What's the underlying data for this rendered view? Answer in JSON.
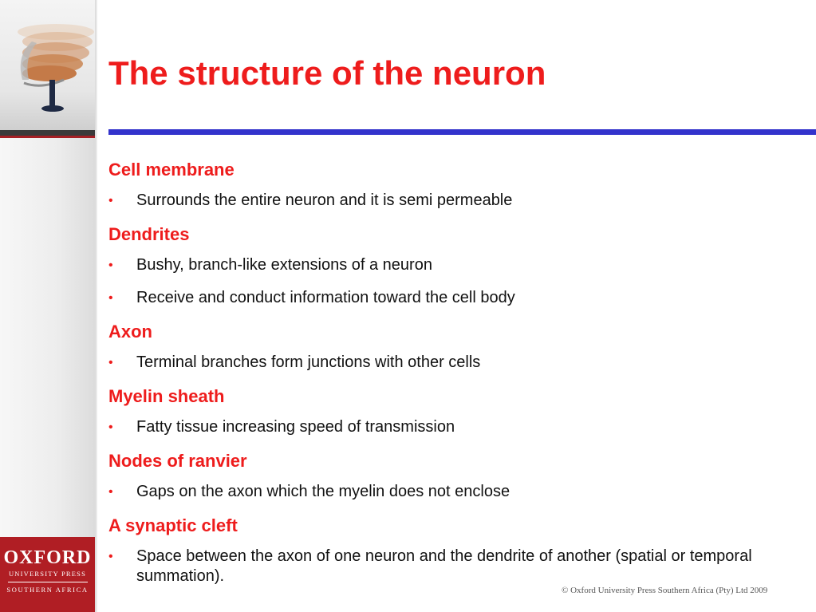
{
  "slide": {
    "title": "The structure of the neuron"
  },
  "sections": [
    {
      "heading": "Cell membrane",
      "bullets": [
        "Surrounds the entire neuron and it is semi permeable"
      ]
    },
    {
      "heading": "Dendrites",
      "bullets": [
        "Bushy, branch-like extensions of a neuron",
        "Receive and conduct information toward the cell body"
      ]
    },
    {
      "heading": "Axon",
      "bullets": [
        "Terminal branches form junctions with other cells"
      ]
    },
    {
      "heading": "Myelin sheath",
      "bullets": [
        "Fatty tissue increasing speed of transmission"
      ]
    },
    {
      "heading": "Nodes of ranvier",
      "bullets": [
        "Gaps on the axon which the myelin does not enclose"
      ]
    },
    {
      "heading": "A synaptic cleft",
      "bullets": [
        "Space between the axon of one neuron and the dendrite of another (spatial or temporal summation)."
      ]
    }
  ],
  "bullet_glyph": "•",
  "logo": {
    "name": "OXFORD",
    "line1": "UNIVERSITY PRESS",
    "line2": "SOUTHERN AFRICA"
  },
  "footer": {
    "copyright": "© Oxford University Press Southern Africa (Pty) Ltd 2009"
  },
  "colors": {
    "heading": "#ee1c1c",
    "title_rule": "#3333cc",
    "logo_bg": "#b01e24"
  }
}
